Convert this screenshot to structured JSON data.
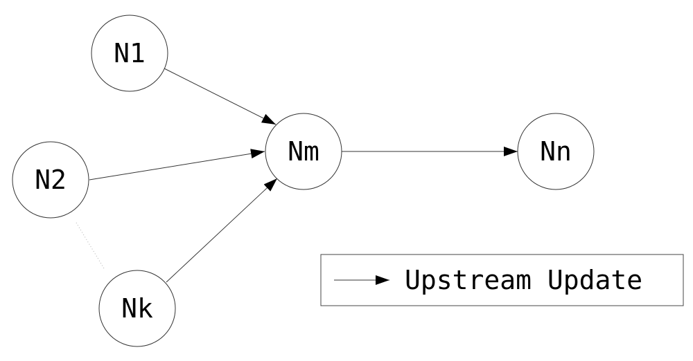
{
  "nodes": [
    {
      "id": "n1",
      "label": "N1"
    },
    {
      "id": "n2",
      "label": "N2"
    },
    {
      "id": "nk",
      "label": "Nk"
    },
    {
      "id": "nm",
      "label": "Nm"
    },
    {
      "id": "nn",
      "label": "Nn"
    }
  ],
  "edges": [
    {
      "from": "n1",
      "to": "nm",
      "style": "arrow"
    },
    {
      "from": "n2",
      "to": "nm",
      "style": "arrow"
    },
    {
      "from": "nk",
      "to": "nm",
      "style": "arrow"
    },
    {
      "from": "nm",
      "to": "nn",
      "style": "arrow"
    },
    {
      "from": "n2",
      "to": "nk",
      "style": "dotted"
    }
  ],
  "legend": {
    "label": "Upstream Update"
  },
  "colors": {
    "stroke": "#333333",
    "text": "#000000",
    "dotted": "#b0b0b0"
  }
}
